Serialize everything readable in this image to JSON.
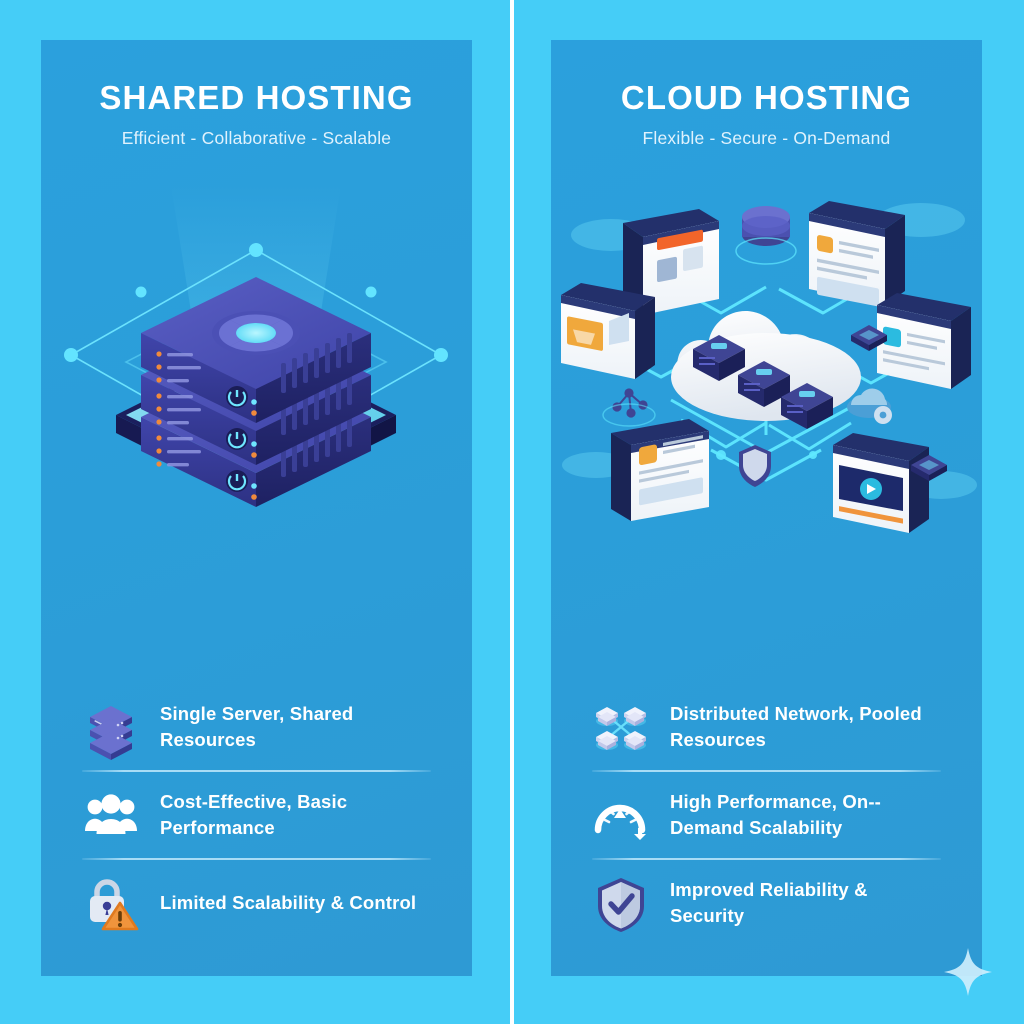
{
  "theme": {
    "page_background": "#45cdf7",
    "panel_background": "#2b9ed9",
    "title_color": "#ffffff",
    "subtitle_color": "#eaf7ff",
    "divider_color": "#bee8fc",
    "accent_cyan": "#5fe8ff",
    "accent_orange": "#f79646",
    "server_blue": "#3b3f9e"
  },
  "panels": [
    {
      "id": "shared-hosting",
      "title": "SHARED HOSTING",
      "subtitle": "Efficient - Collaborative - Scalable",
      "illustration_name": "isometric-single-server-stack",
      "features": [
        {
          "icon": "server-stack-icon",
          "label": "Single Server, Shared Resources"
        },
        {
          "icon": "people-group-icon",
          "label": "Cost-Effective, Basic Performance"
        },
        {
          "icon": "lock-warning-icon",
          "label": "Limited Scalability & Control"
        }
      ]
    },
    {
      "id": "cloud-hosting",
      "title": "CLOUD HOSTING",
      "subtitle": "Flexible - Secure - On-Demand",
      "illustration_name": "isometric-cloud-network-servers",
      "features": [
        {
          "icon": "distributed-servers-icon",
          "label": "Distributed Network, Pooled Resources"
        },
        {
          "icon": "gauge-arrow-icon",
          "label": "High Performance, On--Demand Scalability"
        },
        {
          "icon": "shield-check-icon",
          "label": "Improved Reliability & Security"
        }
      ]
    }
  ],
  "decorations": {
    "sparkle": "four-point-sparkle"
  }
}
